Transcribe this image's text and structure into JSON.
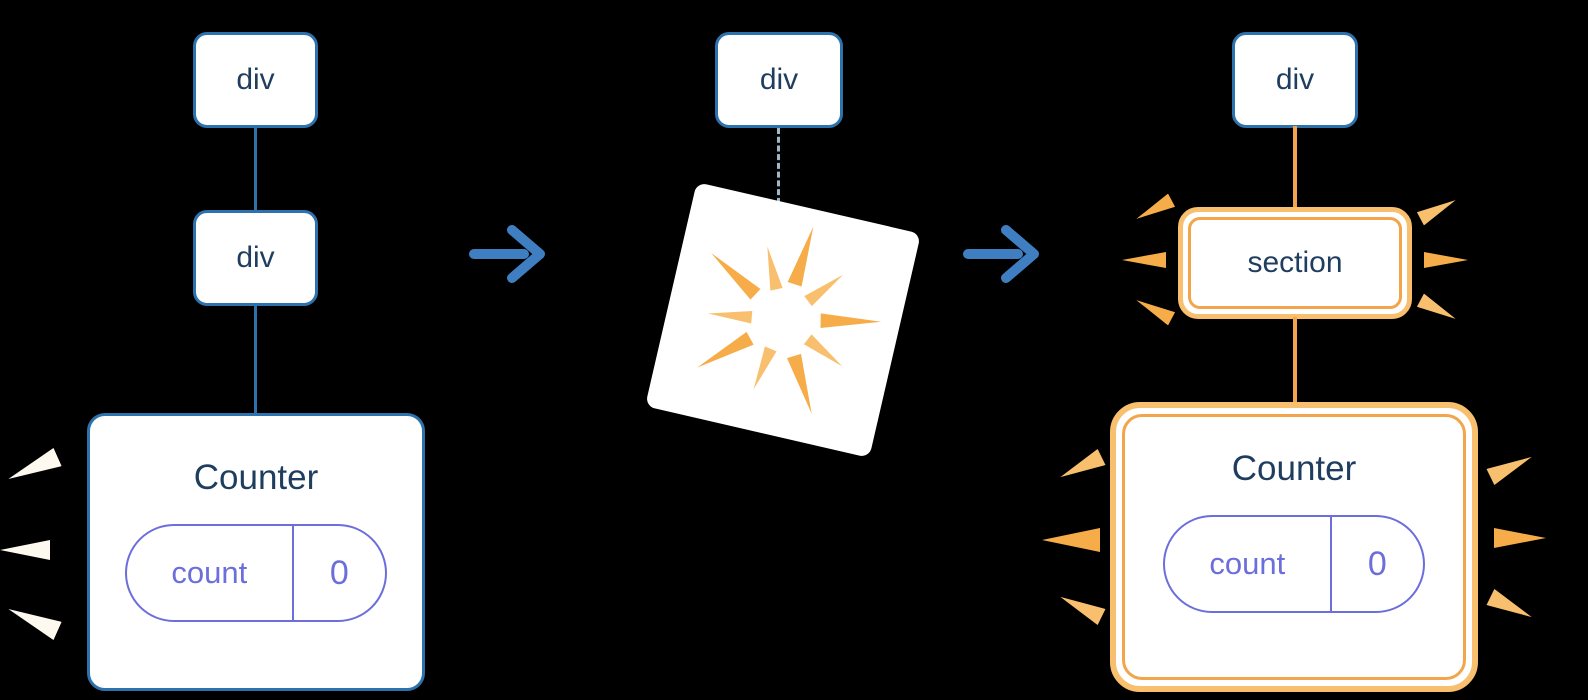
{
  "colors": {
    "background": "#000000",
    "card_bg": "#ffffff",
    "node_border": "#2d72ad",
    "node_text": "#1f3e5f",
    "connector_blue": "#2d72ad",
    "connector_orange": "#f2a54a",
    "accent_orange": "#f2a54a",
    "glow_orange": "#f8c06e",
    "spark_orange": "#f6ad49",
    "spark_white": "#fdf9ef",
    "pill_purple": "#6b6edb",
    "arrow_blue": "#3f7fc1",
    "dashed_line": "#9fb6c9"
  },
  "before_tree": {
    "root_label": "div",
    "child_label": "div",
    "counter": {
      "title": "Counter",
      "state_key": "count",
      "state_value": "0"
    }
  },
  "poof_step": {
    "root_label": "div"
  },
  "after_tree": {
    "root_label": "div",
    "section_label": "section",
    "counter": {
      "title": "Counter",
      "state_key": "count",
      "state_value": "0"
    }
  }
}
